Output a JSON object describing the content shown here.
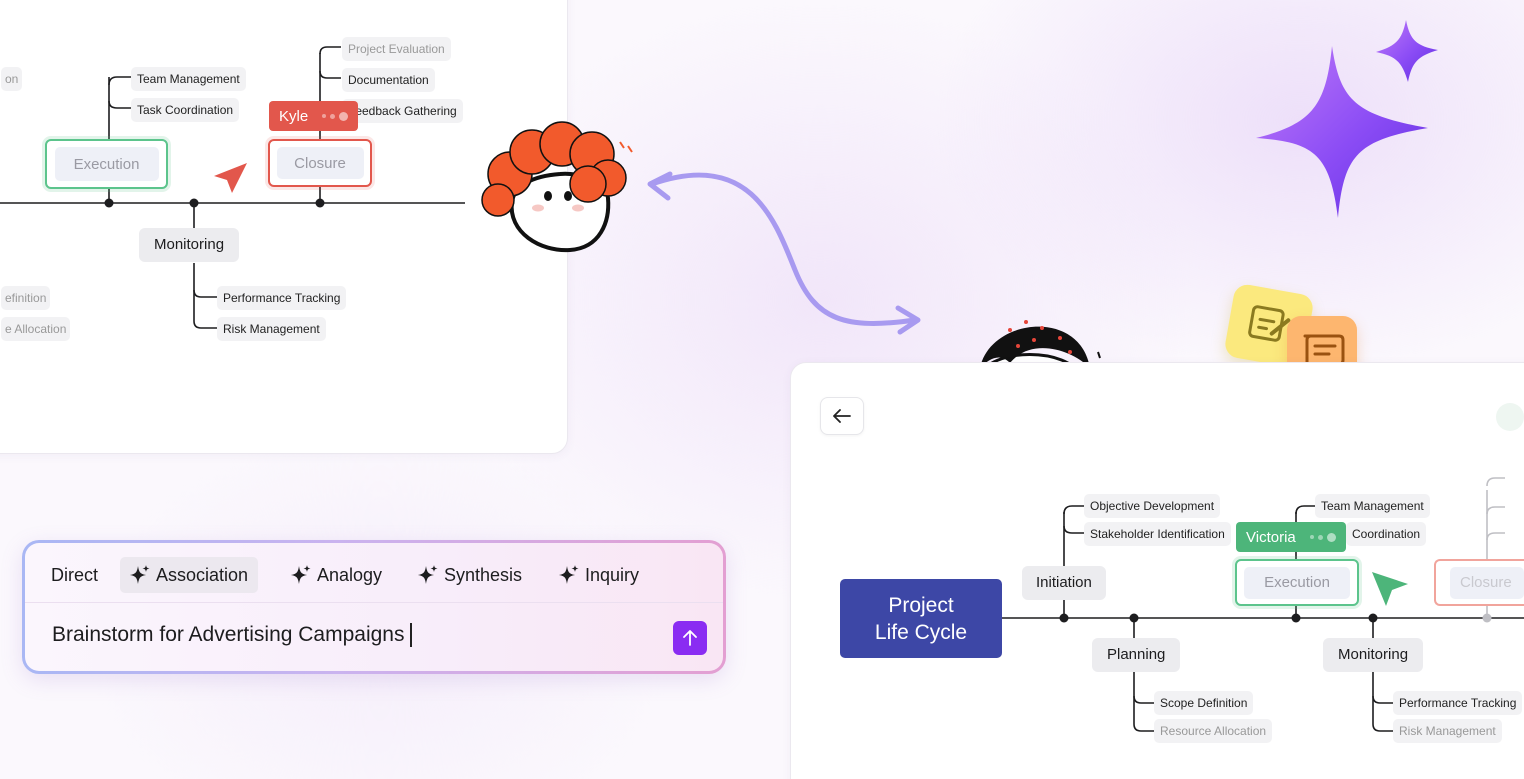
{
  "left_map": {
    "kyle_cursor": {
      "name": "Kyle",
      "color": "#e2574c"
    },
    "execution_node": "Execution",
    "closure_node": "Closure",
    "monitoring_node": "Monitoring",
    "execution_children": [
      "Team Management",
      "Task Coordination"
    ],
    "closure_children": [
      "Project Evaluation",
      "Documentation",
      "Feedback Gathering"
    ],
    "monitoring_children": [
      "Performance Tracking",
      "Risk Management"
    ],
    "clipped_left_labels": [
      "on",
      "efinition",
      "e Allocation"
    ]
  },
  "prompt_box": {
    "modes": [
      "Direct",
      "Association",
      "Analogy",
      "Synthesis",
      "Inquiry"
    ],
    "active_mode": "Association",
    "input_value": "Brainstorm for Advertising Campaigns",
    "send_icon": "arrow-up-icon",
    "accent": "#8a2cf2"
  },
  "right_map": {
    "back_icon": "arrow-left-icon",
    "title_node": {
      "line1": "Project",
      "line2": "Life Cycle",
      "color": "#3d47a6"
    },
    "initiation_node": "Initiation",
    "initiation_children": [
      "Objective Development",
      "Stakeholder Identification"
    ],
    "planning_node": "Planning",
    "planning_children": [
      "Scope Definition",
      "Resource Allocation"
    ],
    "execution_node": "Execution",
    "execution_children": [
      "Team Management",
      "Coordination"
    ],
    "monitoring_node": "Monitoring",
    "monitoring_children": [
      "Performance Tracking",
      "Risk Management"
    ],
    "closure_node": "Closure",
    "victoria_cursor": {
      "name": "Victoria",
      "color": "#4db57a"
    }
  },
  "decorations": {
    "sparkle_color": "#8b4cf5",
    "note_icons": [
      "edit-note-icon",
      "chat-message-icon"
    ]
  }
}
